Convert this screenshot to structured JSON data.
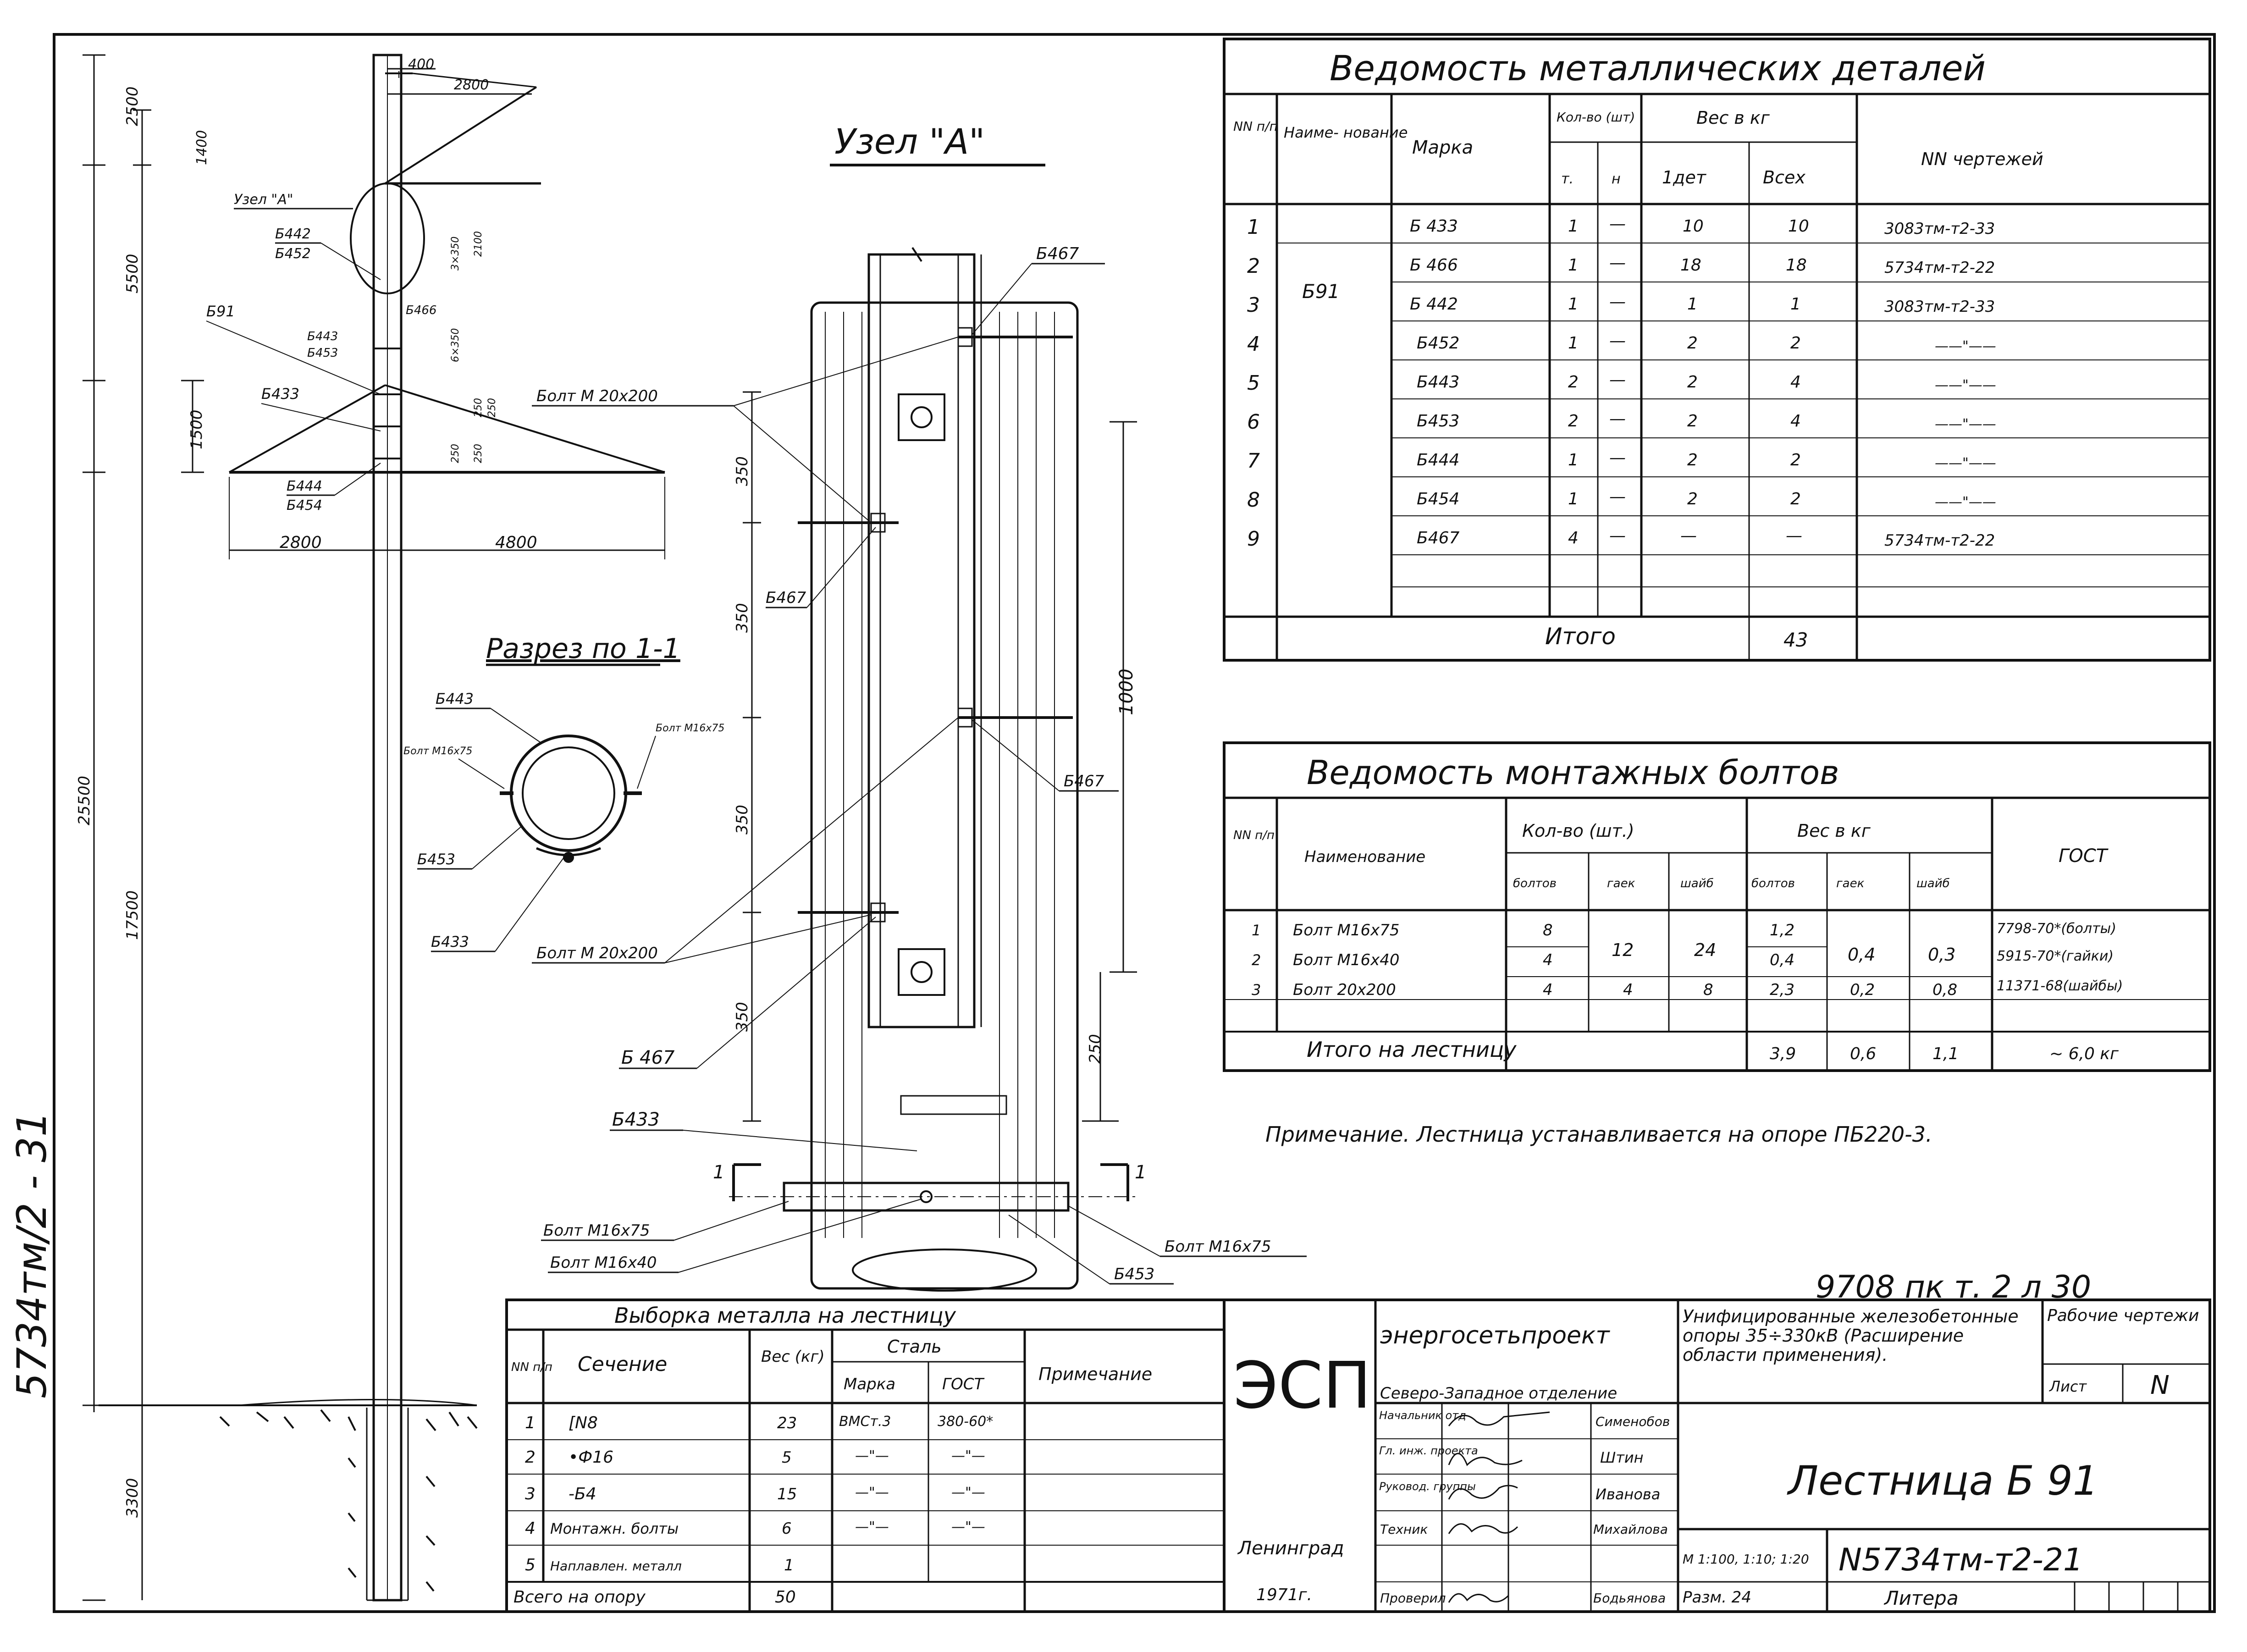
{
  "side_code": "5734тм/2 - 31",
  "drawing": {
    "dims_left": [
      "2500",
      "5500",
      "1500",
      "25500",
      "17500",
      "3300"
    ],
    "dims_top": [
      "400",
      "2800",
      "1400"
    ],
    "dims_arm": [
      "2800",
      "4800"
    ],
    "callouts_main": [
      "Узел \"А\"",
      "Б442",
      "Б452",
      "Б91",
      "Б443",
      "Б453",
      "Б466",
      "Б433",
      "Б444",
      "Б454"
    ],
    "small_dims": [
      "3×350",
      "2100",
      "6×350",
      "250",
      "250",
      "250",
      "250"
    ]
  },
  "section": {
    "title": "Разрез по 1-1",
    "labels": [
      "Б443",
      "Болт М16х75",
      "Болт М16х75",
      "Б453",
      "Б433"
    ]
  },
  "node": {
    "title": "Узел \"А\"",
    "labels": [
      "Б467",
      "Болт М 20х200",
      "Б467",
      "Б467",
      "Болт М 20х200",
      "Б 467",
      "Б433",
      "Болт М16х75",
      "Болт М16х40",
      "Болт М16х75",
      "Б453"
    ],
    "dims": [
      "350",
      "350",
      "350",
      "350",
      "1000",
      "250"
    ],
    "cut_marks": [
      "1",
      "1"
    ]
  },
  "metal_table": {
    "title": "Ведомость металлических деталей",
    "headers": {
      "nn": "NN п/п",
      "name": "Наиме- нование",
      "mark": "Марка",
      "qty": "Кол-во (шт)",
      "qty_t": "т.",
      "qty_n": "н",
      "weight": "Вес в кг",
      "w1": "1дет",
      "wall": "Всех",
      "drawings": "NN чертежей"
    },
    "group_name": "Б91",
    "rows": [
      {
        "n": "1",
        "mark": "Б 433",
        "t": "1",
        "h": "—",
        "w1": "10",
        "wall": "10",
        "dwg": "3083тм-т2-33"
      },
      {
        "n": "2",
        "mark": "Б 466",
        "t": "1",
        "h": "—",
        "w1": "18",
        "wall": "18",
        "dwg": "5734тм-т2-22"
      },
      {
        "n": "3",
        "mark": "Б 442",
        "t": "1",
        "h": "—",
        "w1": "1",
        "wall": "1",
        "dwg": "3083тм-т2-33"
      },
      {
        "n": "4",
        "mark": "Б452",
        "t": "1",
        "h": "—",
        "w1": "2",
        "wall": "2",
        "dwg": "——\"——"
      },
      {
        "n": "5",
        "mark": "Б443",
        "t": "2",
        "h": "—",
        "w1": "2",
        "wall": "4",
        "dwg": "——\"——"
      },
      {
        "n": "6",
        "mark": "Б453",
        "t": "2",
        "h": "—",
        "w1": "2",
        "wall": "4",
        "dwg": "——\"——"
      },
      {
        "n": "7",
        "mark": "Б444",
        "t": "1",
        "h": "—",
        "w1": "2",
        "wall": "2",
        "dwg": "——\"——"
      },
      {
        "n": "8",
        "mark": "Б454",
        "t": "1",
        "h": "—",
        "w1": "2",
        "wall": "2",
        "dwg": "——\"——"
      },
      {
        "n": "9",
        "mark": "Б467",
        "t": "4",
        "h": "—",
        "w1": "—",
        "wall": "—",
        "dwg": "5734тм-т2-22"
      }
    ],
    "total_label": "Итого",
    "total_value": "43"
  },
  "bolts_table": {
    "title": "Ведомость монтажных болтов",
    "headers": {
      "nn": "NN п/п",
      "name": "Наименование",
      "qty": "Кол-во (шт.)",
      "q1": "болтов",
      "q2": "гаек",
      "q3": "шайб",
      "weight": "Вес в кг",
      "w1": "болтов",
      "w2": "гаек",
      "w3": "шайб",
      "gost": "ГОСТ"
    },
    "rows": [
      {
        "n": "1",
        "name": "Болт М16х75",
        "q1": "8",
        "w1": "1,2",
        "gost": "7798-70*(болты)"
      },
      {
        "n": "2",
        "name": "Болт М16х40",
        "q1": "4",
        "w1": "0,4",
        "gost": "5915-70*(гайки)"
      },
      {
        "n": "3",
        "name": "Болт 20х200",
        "q1": "4",
        "q2": "4",
        "q3": "8",
        "w1": "2,3",
        "w2": "0,2",
        "w3": "0,8",
        "gost": "11371-68(шайбы)"
      }
    ],
    "merged": {
      "q2": "12",
      "q3": "24",
      "w2": "0,4",
      "w3": "0,3"
    },
    "total_label": "Итого на лестницу",
    "totals": {
      "w1": "3,9",
      "w2": "0,6",
      "w3": "1,1",
      "gost": "~ 6,0 кг"
    }
  },
  "note": "Примечание.   Лестница   устанавливается   на опоре  ПБ220-3.",
  "archive_no": "9708 пк   т. 2 л 30",
  "selection_table": {
    "title": "Выборка металла на лестницу",
    "headers": {
      "nn": "NN п/п",
      "section": "Сечение",
      "weight": "Вес (кг)",
      "steel": "Сталь",
      "mark": "Марка",
      "gost": "ГОСТ",
      "note": "Примечание"
    },
    "rows": [
      {
        "n": "1",
        "sec": "[N8",
        "w": "23",
        "mark": "ВМСт.3",
        "gost": "380-60*"
      },
      {
        "n": "2",
        "sec": "•Ф16",
        "w": "5",
        "mark": "—\"—",
        "gost": "—\"—"
      },
      {
        "n": "3",
        "sec": "-Б4",
        "w": "15",
        "mark": "—\"—",
        "gost": "—\"—"
      },
      {
        "n": "4",
        "sec": "Монтажн. болты",
        "w": "6",
        "mark": "—\"—",
        "gost": "—\"—"
      },
      {
        "n": "5",
        "sec": "Наплавлен. металл",
        "w": "1",
        "mark": "",
        "gost": ""
      }
    ],
    "total_label": "Всего на опору",
    "total_value": "50"
  },
  "title_block": {
    "logo": "ЭСП",
    "org": "энергосетьпроект",
    "branch": "Северо-Западное отделение",
    "city": "Ленинград",
    "year": "1971г.",
    "project": "Унифицированные железобетонные опоры 35÷330кВ (Расширение области применения).",
    "stage": "Рабочие чертежи",
    "sheet_label": "Лист",
    "sheet_value": "N",
    "title": "Лестница Б 91",
    "scale": "М 1:100, 1:10; 1:20",
    "format": "Разм. 24",
    "dwg_no": "N5734тм-т2-21",
    "litera": "Литера",
    "staff": [
      {
        "role": "Начальник отд",
        "name": "Сименобов"
      },
      {
        "role": "Гл. инж. проекта",
        "name": "Штин"
      },
      {
        "role": "Руковод. группы",
        "name": "Иванова"
      },
      {
        "role": "Техник",
        "name": "Михайлова"
      },
      {
        "role": "Проверил",
        "name": "Бодьянова"
      }
    ]
  }
}
